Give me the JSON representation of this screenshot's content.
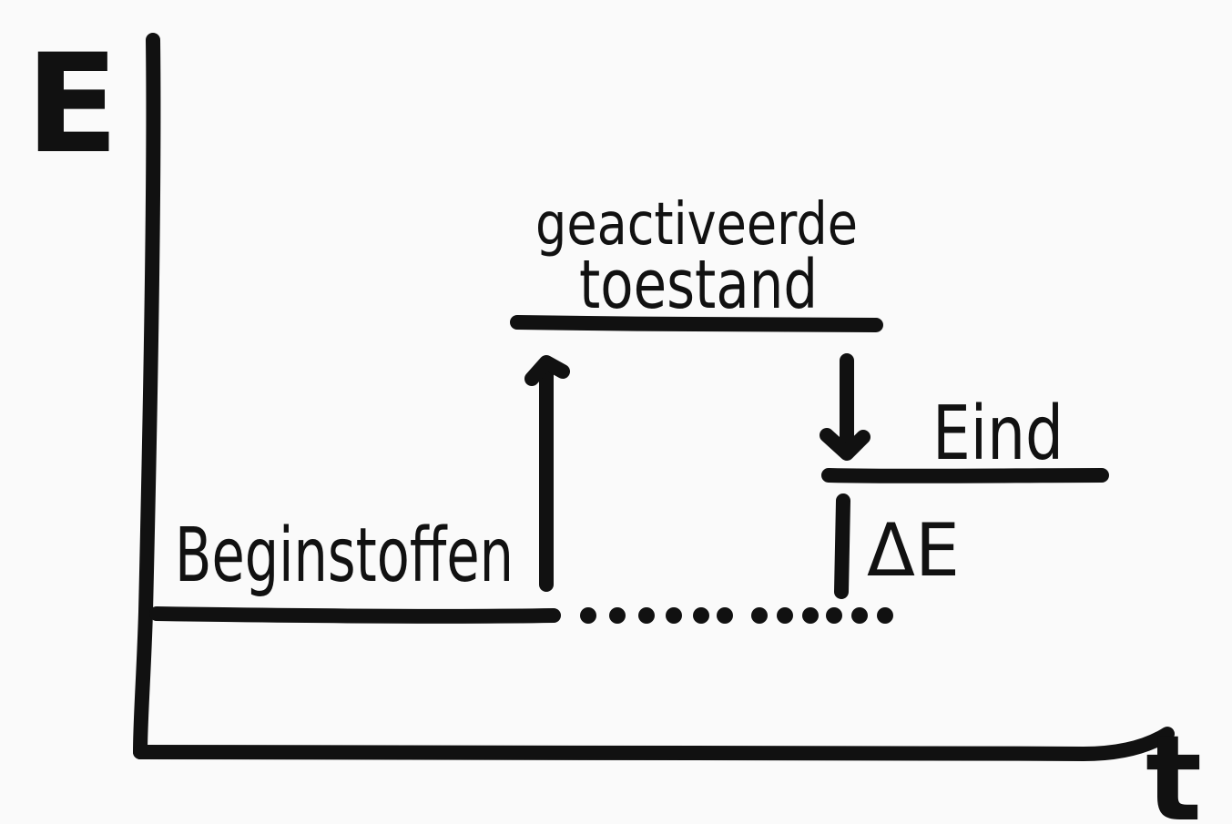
{
  "diagram": {
    "axis_y_label": "E",
    "axis_x_label": "t",
    "start_label": "Beginstoffen",
    "activated_label_line1": "geactiveerde",
    "activated_label_line2": "toestand",
    "end_label": "Eind",
    "delta_label": "ΔE",
    "ink_color": "#111111",
    "background_color": "#fafafa"
  }
}
